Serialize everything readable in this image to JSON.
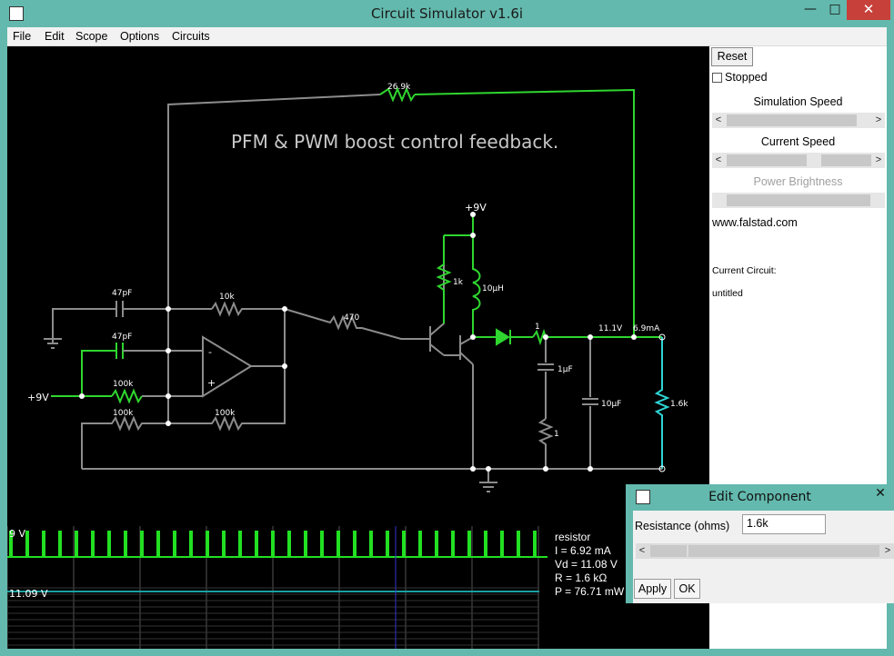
{
  "window": {
    "title": "Circuit Simulator v1.6i",
    "min_glyph": "—",
    "max_glyph": "□",
    "close_glyph": "✕"
  },
  "menu": [
    "File",
    "Edit",
    "Scope",
    "Options",
    "Circuits"
  ],
  "canvas": {
    "heading": "PFM & PWM boost control feedback.",
    "labels": {
      "r_feedback": "26.9k",
      "supply_top": "+9V",
      "c1": "47pF",
      "c2": "47pF",
      "r_10k": "10k",
      "r_470": "470",
      "r_1k": "1k",
      "l_10uH": "10μH",
      "vin": "+9V",
      "r_100k_a": "100k",
      "r_100k_b": "100k",
      "r_100k_c": "100k",
      "r_1": "1",
      "c_1uF": "1μF",
      "r_1b": "1",
      "c_10uF": "10μF",
      "r_load": "1.6k",
      "v_out": "11.1V",
      "i_out": "6.9mA",
      "opamp_minus": "-",
      "opamp_plus": "+"
    },
    "scope": {
      "top_label": "9 V",
      "bottom_label": "11.09 V"
    },
    "info": [
      "resistor",
      "I = 6.92 mA",
      "Vd = 11.08 V",
      "R = 1.6 kΩ",
      "P = 76.71 mW"
    ]
  },
  "side": {
    "reset": "Reset",
    "stopped": "Stopped",
    "sim_speed": "Simulation Speed",
    "cur_speed": "Current Speed",
    "power": "Power Brightness",
    "site": "www.falstad.com",
    "current_circuit_label": "Current Circuit:",
    "current_circuit": "untitled",
    "left_arrow": "<",
    "right_arrow": ">"
  },
  "dialog": {
    "title": "Edit Component",
    "close_glyph": "✕",
    "field_label": "Resistance (ohms)",
    "field_value": "1.6k",
    "apply": "Apply",
    "ok": "OK"
  },
  "colors": {
    "wire_green": "#2fd62f",
    "wire_gray": "#8c8c8c",
    "wire_cyan": "#2fd6d6",
    "scope_green": "#22e022"
  }
}
